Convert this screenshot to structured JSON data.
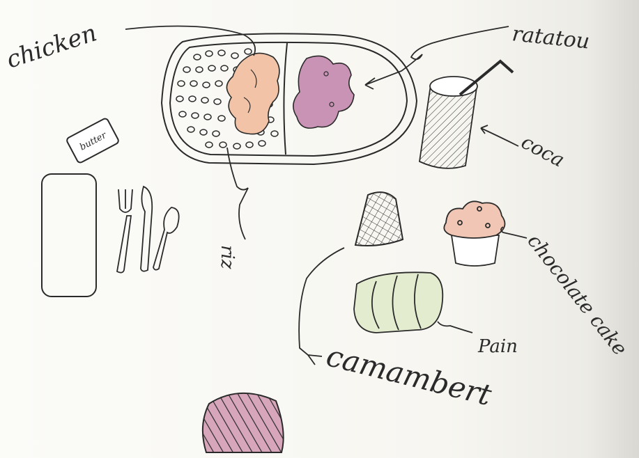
{
  "labels": {
    "chicken": "chicken",
    "ratatouille": "ratatou",
    "coca": "coca",
    "rice": "riz",
    "chocolate_cake": "chocolate cake",
    "bread": "Pain",
    "camembert": "camambert",
    "butter_pack": "butter"
  },
  "colors": {
    "ink": "#2a2a2a",
    "chicken_fill": "#f2c3a6",
    "ratatouille_fill": "#c993b5",
    "muffin_fill": "#f1c6b4",
    "bread_fill": "#e4ecd0",
    "camembert_fill": "#d7a6bb"
  },
  "icons": [
    "tray",
    "cup-with-straw",
    "fork",
    "knife",
    "spoon",
    "napkin",
    "butter-pack",
    "cheese-wedge",
    "muffin",
    "bread-roll",
    "camembert-wedge"
  ]
}
